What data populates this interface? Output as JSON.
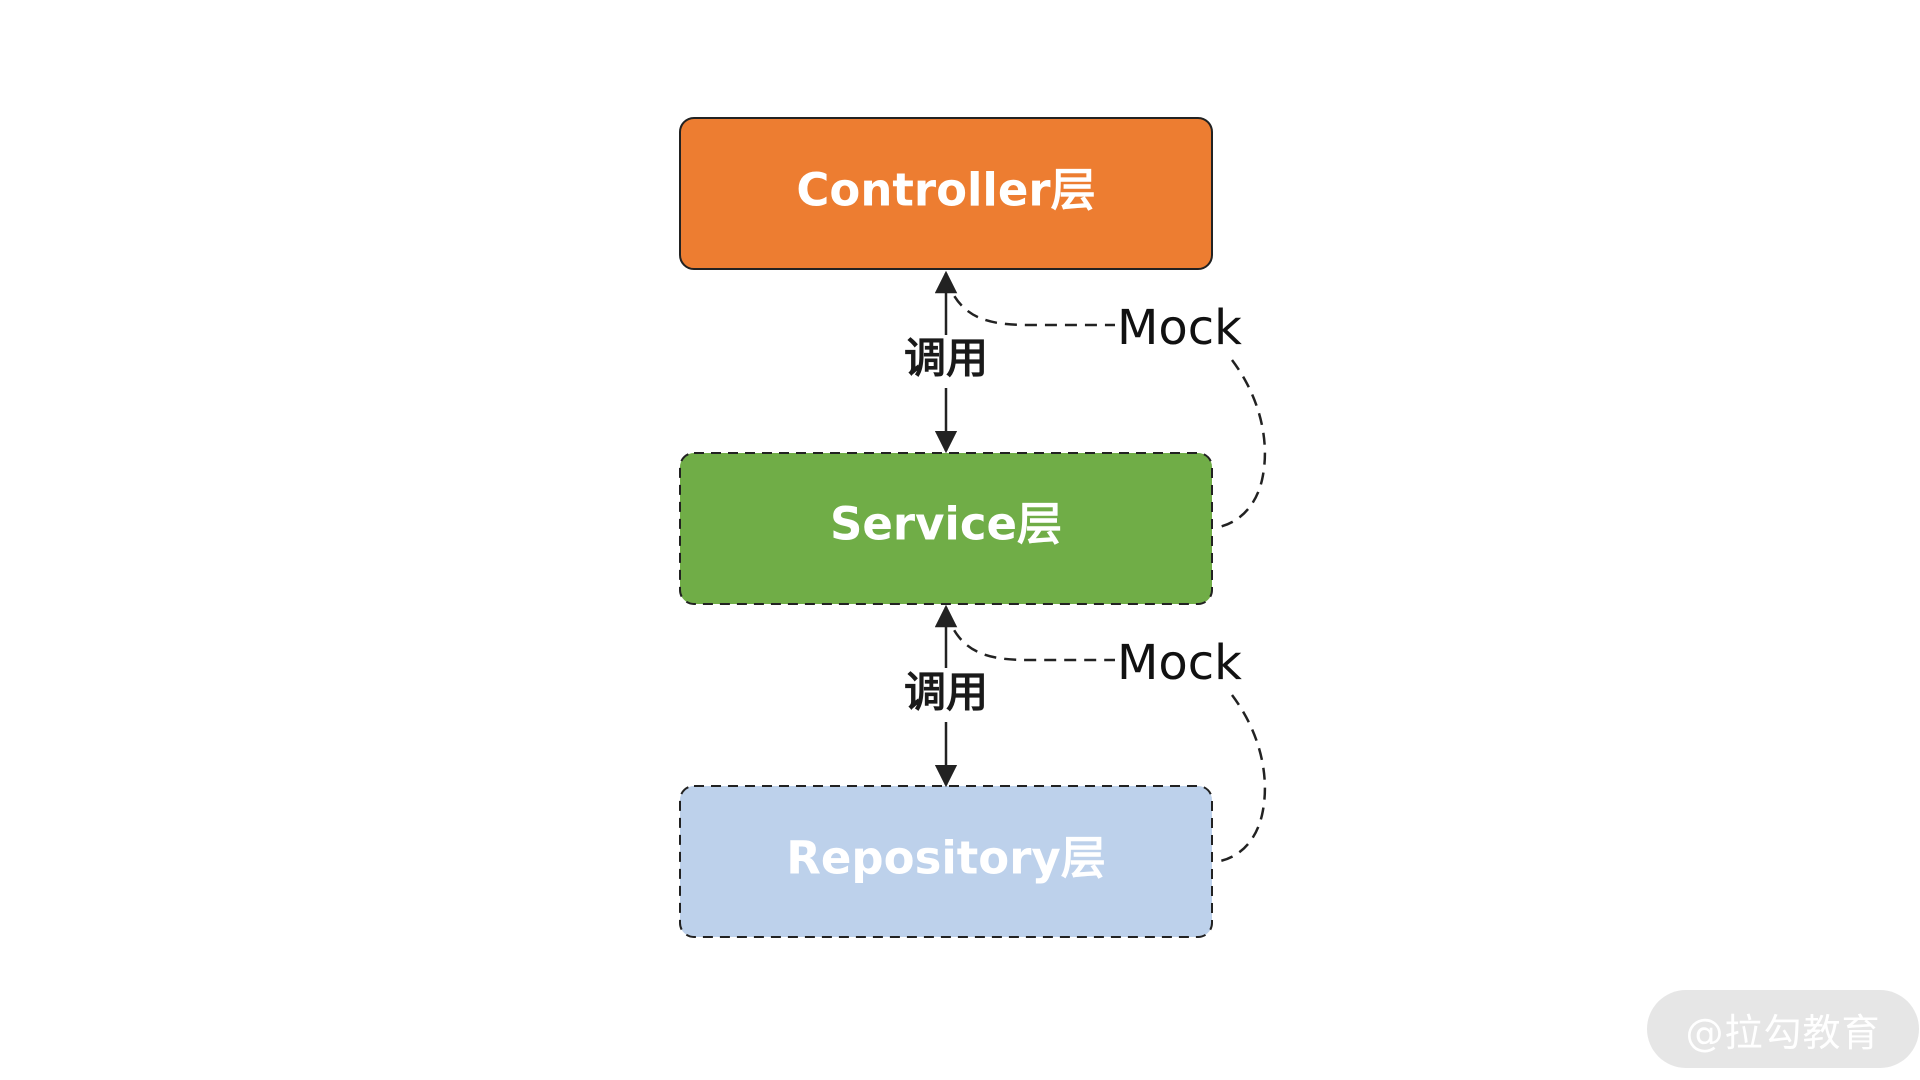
{
  "layers": {
    "controller": {
      "label": "Controller层",
      "fill": "#ed7d31",
      "text_color": "#ffffff",
      "border": "solid"
    },
    "service": {
      "label": "Service层",
      "fill": "#70ad47",
      "text_color": "#ffffff",
      "border": "dashed"
    },
    "repository": {
      "label": "Repository层",
      "fill": "#bdd1eb",
      "text_color": "#ffffff",
      "border": "dashed"
    }
  },
  "edges": {
    "controller_service": {
      "call_label": "调用",
      "mock_label": "Mock"
    },
    "service_repository": {
      "call_label": "调用",
      "mock_label": "Mock"
    }
  },
  "colors": {
    "line": "#222222",
    "background": "#ffffff",
    "watermark_bg": "#e6e6e6"
  },
  "watermark": {
    "text": "@拉勾教育"
  }
}
